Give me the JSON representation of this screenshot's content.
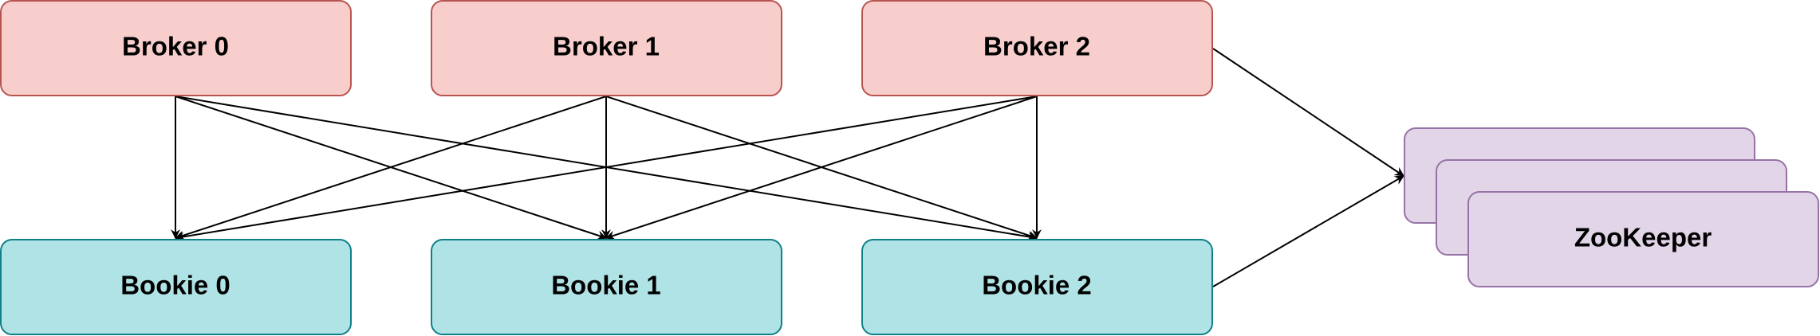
{
  "diagram": {
    "brokers": [
      {
        "label": "Broker 0"
      },
      {
        "label": "Broker 1"
      },
      {
        "label": "Broker 2"
      }
    ],
    "bookies": [
      {
        "label": "Bookie 0"
      },
      {
        "label": "Bookie 1"
      },
      {
        "label": "Bookie 2"
      }
    ],
    "zookeeper": {
      "label": "ZooKeeper",
      "stacked_copies": 3
    },
    "edges": [
      {
        "from": "Broker 0",
        "to": "Bookie 0"
      },
      {
        "from": "Broker 0",
        "to": "Bookie 1"
      },
      {
        "from": "Broker 0",
        "to": "Bookie 2"
      },
      {
        "from": "Broker 1",
        "to": "Bookie 0"
      },
      {
        "from": "Broker 1",
        "to": "Bookie 1"
      },
      {
        "from": "Broker 1",
        "to": "Bookie 2"
      },
      {
        "from": "Broker 2",
        "to": "Bookie 0"
      },
      {
        "from": "Broker 2",
        "to": "Bookie 1"
      },
      {
        "from": "Broker 2",
        "to": "Bookie 2"
      },
      {
        "from": "Broker 2",
        "to": "ZooKeeper"
      },
      {
        "from": "Bookie 2",
        "to": "ZooKeeper"
      }
    ],
    "colors": {
      "broker_fill": "#f8cecc",
      "broker_stroke": "#b85450",
      "bookie_fill": "#b0e3e6",
      "bookie_stroke": "#0e8088",
      "zookeeper_fill": "#e1d5e7",
      "zookeeper_stroke": "#9673a6",
      "edge": "#000000"
    }
  }
}
